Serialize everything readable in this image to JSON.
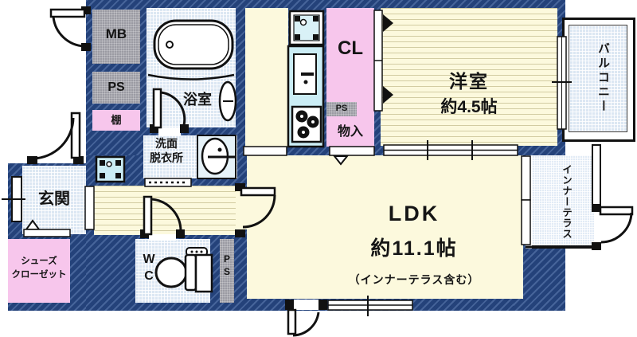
{
  "rooms": {
    "genkan": {
      "label": "玄関"
    },
    "shoes_closet": {
      "label": "シューズ\nクローゼット"
    },
    "meter_box": {
      "label": "MB"
    },
    "pipe_space_top": {
      "label": "PS"
    },
    "shelf": {
      "label": "棚"
    },
    "bathroom": {
      "label": "浴室"
    },
    "washroom": {
      "label": "洗面\n脱衣所"
    },
    "wc": {
      "label": "W\nC"
    },
    "pipe_space_wc": {
      "label": "P\nS"
    },
    "closet": {
      "label": "CL"
    },
    "pipe_space_cl": {
      "label": "PS"
    },
    "storage": {
      "label": "物入"
    },
    "western_room": {
      "label": "洋室",
      "size": "約4.5帖"
    },
    "balcony": {
      "label": "バルコニー"
    },
    "inner_terrace": {
      "label": "インナーテラス"
    },
    "ldk": {
      "label": "LDK",
      "size": "約11.1帖",
      "note": "（インナーテラス含む）"
    }
  },
  "colors": {
    "wall_navy": "#24427a",
    "floor_cream": "#fcf9dd",
    "floor_blue_checkered": "#dce7f3",
    "closet_pink": "#f7c6ec",
    "service_gray": "#9b9ba3",
    "kitchen_cyan": "#cbedf5",
    "line_black": "#111111"
  }
}
